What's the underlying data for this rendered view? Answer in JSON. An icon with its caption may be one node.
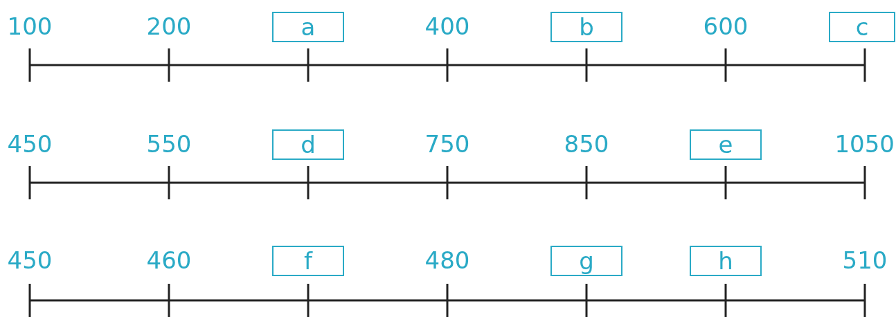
{
  "diagram": {
    "nodes": [
      {
        "text": [
          "a"
        ]
      },
      {
        "text": [
          "b"
        ]
      },
      {
        "text": [
          "c"
        ]
      },
      {
        "text": [
          "d"
        ]
      },
      {
        "text": [
          "e"
        ]
      },
      {
        "text": [
          "f"
        ]
      },
      {
        "text": [
          "g"
        ]
      },
      {
        "text": [
          "h"
        ]
      }
    ],
    "labels": [
      "100",
      "200",
      "400",
      "600",
      "450",
      "550",
      "750",
      "850",
      "1050",
      "450",
      "460",
      "480",
      "510"
    ]
  }
}
